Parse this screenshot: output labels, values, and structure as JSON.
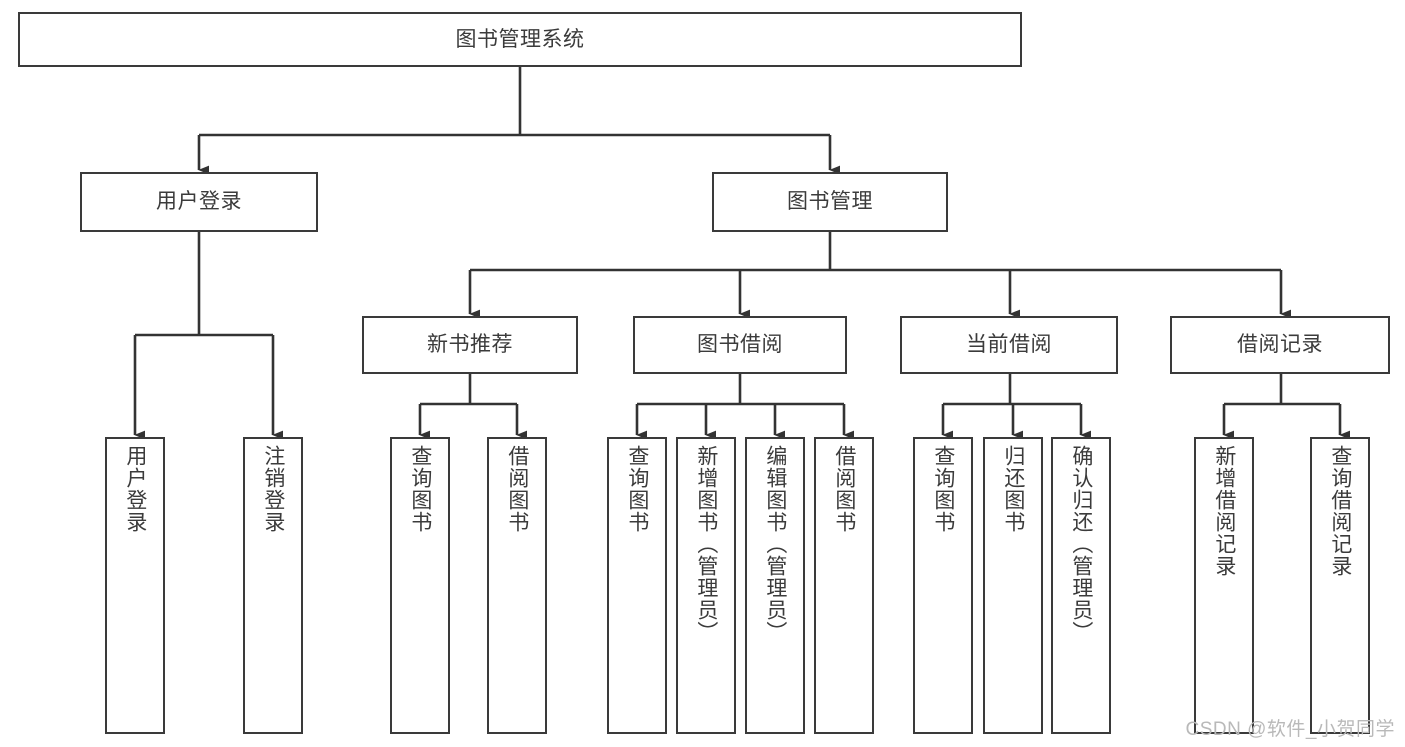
{
  "diagram": {
    "title": "图书管理系统",
    "type": "tree",
    "colors": {
      "box_border": "#3a3a3a",
      "box_fill": "#ffffff",
      "connector": "#333333",
      "text": "#3b3b3b",
      "watermark": "#b9b9b9",
      "background": "#ffffff"
    },
    "root": {
      "label": "图书管理系统",
      "orientation": "horizontal"
    },
    "level1": [
      {
        "label": "用户登录",
        "orientation": "horizontal"
      },
      {
        "label": "图书管理",
        "orientation": "horizontal"
      }
    ],
    "level2": [
      {
        "label": "新书推荐",
        "orientation": "horizontal"
      },
      {
        "label": "图书借阅",
        "orientation": "horizontal"
      },
      {
        "label": "当前借阅",
        "orientation": "horizontal"
      },
      {
        "label": "借阅记录",
        "orientation": "horizontal"
      }
    ],
    "leaves": {
      "user_login": [
        {
          "label": "用户登录",
          "orientation": "vertical"
        },
        {
          "label": "注销登录",
          "orientation": "vertical"
        }
      ],
      "new_book_recommend": [
        {
          "label": "查询图书",
          "orientation": "vertical"
        },
        {
          "label": "借阅图书",
          "orientation": "vertical"
        }
      ],
      "book_borrow": [
        {
          "label": "查询图书",
          "orientation": "vertical"
        },
        {
          "label": "新增图书（管理员）",
          "orientation": "vertical"
        },
        {
          "label": "编辑图书（管理员）",
          "orientation": "vertical"
        },
        {
          "label": "借阅图书",
          "orientation": "vertical"
        }
      ],
      "current_borrow": [
        {
          "label": "查询图书",
          "orientation": "vertical"
        },
        {
          "label": "归还图书",
          "orientation": "vertical"
        },
        {
          "label": "确认归还（管理员）",
          "orientation": "vertical"
        }
      ],
      "borrow_record": [
        {
          "label": "新增借阅记录",
          "orientation": "vertical"
        },
        {
          "label": "查询借阅记录",
          "orientation": "vertical"
        }
      ]
    }
  },
  "watermark": {
    "text": "CSDN @软件_小贺同学"
  }
}
